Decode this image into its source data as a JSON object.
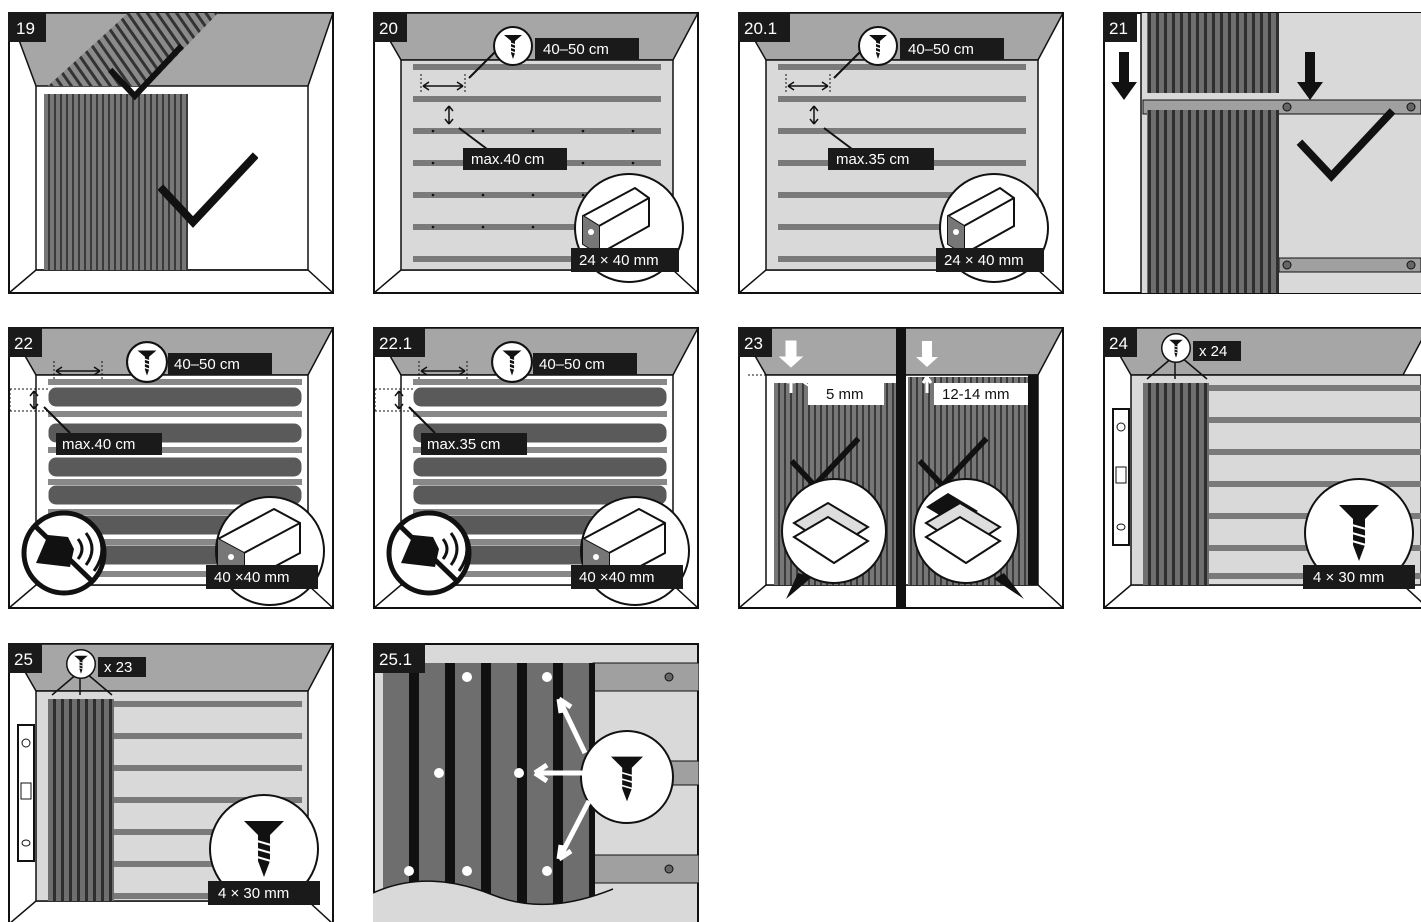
{
  "panels": [
    {
      "number": "19"
    },
    {
      "number": "20",
      "spacing_label": "40–50 cm",
      "max_label": "max.40 cm",
      "size_label": "24 × 40 mm"
    },
    {
      "number": "20.1",
      "spacing_label": "40–50 cm",
      "max_label": "max.35 cm",
      "size_label": "24 × 40 mm"
    },
    {
      "number": "21"
    },
    {
      "number": "22",
      "spacing_label": "40–50 cm",
      "max_label": "max.40 cm",
      "size_label": "40 ×40 mm"
    },
    {
      "number": "22.1",
      "spacing_label": "40–50 cm",
      "max_label": "max.35 cm",
      "size_label": "40 ×40 mm"
    },
    {
      "number": "23",
      "gap_left_label": "5 mm",
      "gap_right_label": "12-14 mm"
    },
    {
      "number": "24",
      "count_label": "x 24",
      "screw_label": "4 × 30 mm"
    },
    {
      "number": "25",
      "count_label": "x 23",
      "screw_label": "4 × 30 mm"
    },
    {
      "number": "25.1"
    }
  ],
  "icons": {
    "screw": "screw-icon",
    "checkmark": "checkmark-icon",
    "arrow": "arrow-down-icon",
    "spirit_level": "spirit-level-icon",
    "no_ground_contact": "no-ground-contact-icon",
    "batten": "batten-icon"
  },
  "colors": {
    "label_bg": "#1a1a1a",
    "wall": "#d9d9d9",
    "ceiling": "#a6a6a6",
    "batten": "#7a7a7a",
    "board_dark": "#5a5a5a"
  }
}
